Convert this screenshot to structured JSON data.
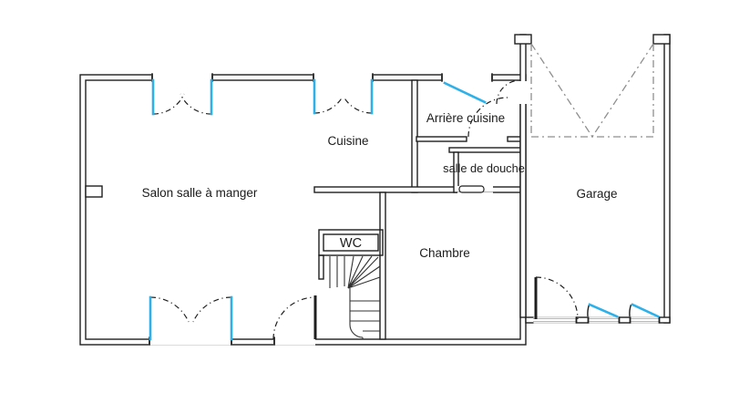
{
  "plan": {
    "rooms": [
      {
        "id": "salon",
        "label": "Salon salle à manger"
      },
      {
        "id": "cuisine",
        "label": "Cuisine"
      },
      {
        "id": "arriere_cuisine",
        "label": "Arrière cuisine"
      },
      {
        "id": "salle_de_douche",
        "label": "salle de douche"
      },
      {
        "id": "wc",
        "label": "WC"
      },
      {
        "id": "chambre",
        "label": "Chambre"
      },
      {
        "id": "garage",
        "label": "Garage"
      }
    ],
    "symbols": [
      {
        "name": "window-open-sash",
        "meaning": "blue line = window / glazed door"
      },
      {
        "name": "door-swing-arc",
        "meaning": "dash-dot arc = door swing"
      },
      {
        "name": "garage-door-swing",
        "meaning": "gray dash-dot V = up-and-over garage door"
      },
      {
        "name": "staircase-winder",
        "meaning": "stair treads with winders"
      }
    ]
  },
  "colors": {
    "wall": "#1f1f1f",
    "window": "#2eb0e8",
    "garage_door": "#8f8f8f",
    "threshold": "#bbbbbb",
    "stair": "#333333",
    "background": "#ffffff"
  }
}
